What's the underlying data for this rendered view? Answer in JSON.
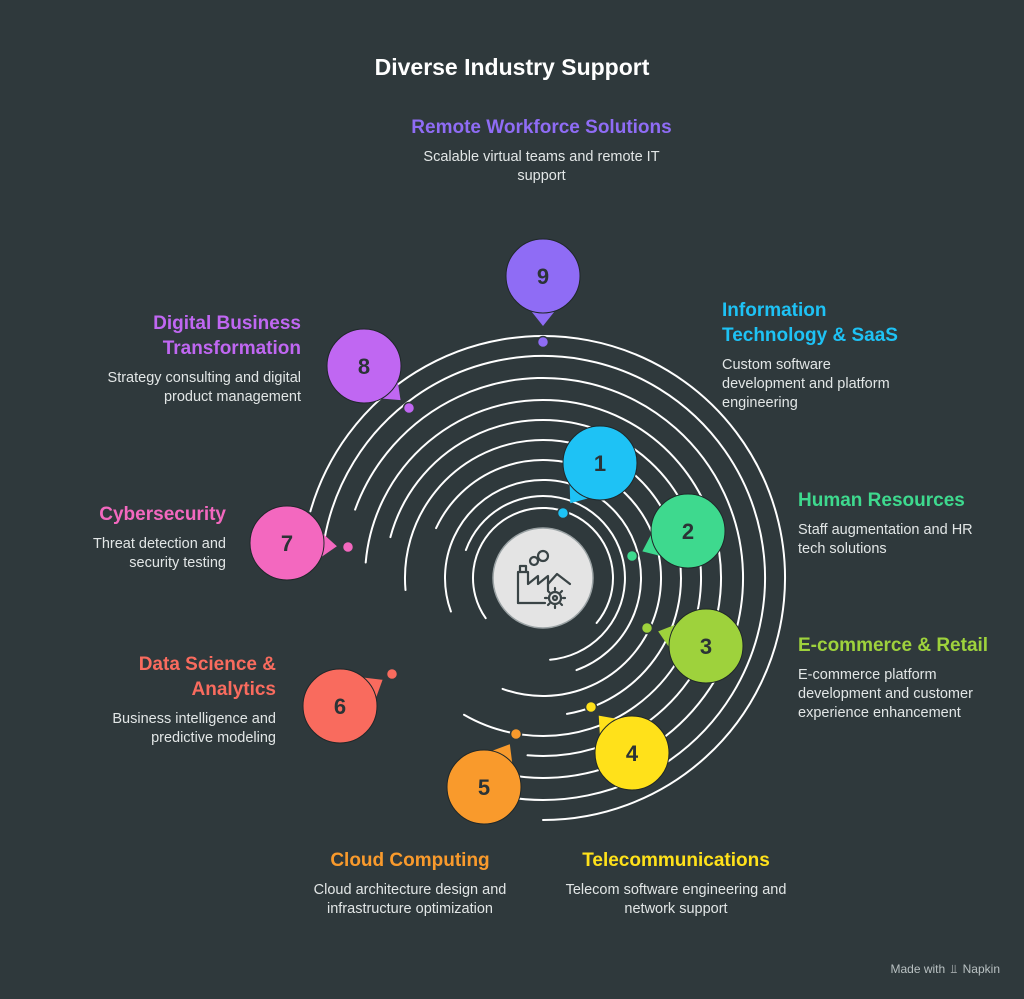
{
  "title": "Diverse Industry Support",
  "footer": {
    "prefix": "Made with",
    "brand": "Napkin",
    "icon": "napkin-logo-icon"
  },
  "center_icon": "factory-gear-icon",
  "items": [
    {
      "n": "1",
      "title": "Information Technology & SaaS",
      "desc": "Custom software development and platform engineering",
      "color": "#1ec2f5"
    },
    {
      "n": "2",
      "title": "Human Resources",
      "desc": "Staff augmentation and HR tech solutions",
      "color": "#3ed98e"
    },
    {
      "n": "3",
      "title": "E-commerce & Retail",
      "desc": "E-commerce platform development and customer experience enhancement",
      "color": "#9ed23c"
    },
    {
      "n": "4",
      "title": "Telecommunications",
      "desc": "Telecom software engineering and network support",
      "color": "#ffe11a"
    },
    {
      "n": "5",
      "title": "Cloud Computing",
      "desc": "Cloud architecture design and infrastructure optimization",
      "color": "#f99a2c"
    },
    {
      "n": "6",
      "title": "Data Science & Analytics",
      "desc": "Business intelligence and predictive modeling",
      "color": "#f96b5e"
    },
    {
      "n": "7",
      "title": "Cybersecurity",
      "desc": "Threat detection and security testing",
      "color": "#f368bf"
    },
    {
      "n": "8",
      "title": "Digital Business Transformation",
      "desc": "Strategy consulting and digital product management",
      "color": "#c067f2"
    },
    {
      "n": "9",
      "title": "Remote Workforce Solutions",
      "desc": "Scalable virtual teams and remote IT support",
      "color": "#8f6cf5"
    }
  ]
}
